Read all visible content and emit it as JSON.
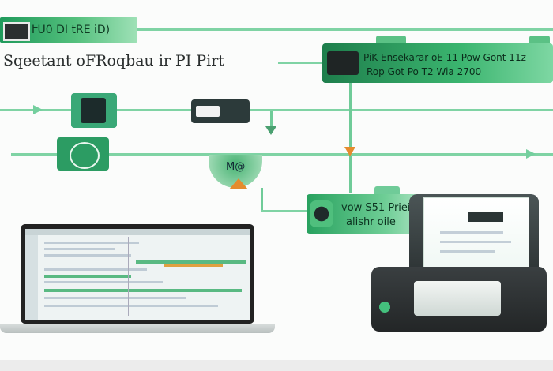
{
  "header": {
    "badge_label": "ՒU0 DI tRE iD)",
    "title": "Sqeetant oFRoqbau  ir PI Pirt"
  },
  "top_right_card": {
    "line1": "PiK Ensekarar oE 11 Pow Gont 11z",
    "line2": "Rop Got Po T2 Wia 2700"
  },
  "mid_label": {
    "text": "M@"
  },
  "right_card": {
    "line1": "vow S51 PrieiT Fx",
    "line2": "alishr  oile"
  },
  "icons": {
    "header_left": "monitor-icon",
    "top_right": "scanner-icon",
    "node_a": "gears-icon",
    "node_b": "camera-icon",
    "node_c": "network-icon",
    "node_d": "printer-small-icon",
    "flow_down": "arrow-down-icon"
  },
  "colors": {
    "accent_green": "#2fa866",
    "line_green": "#7fd3a4",
    "orange": "#e58b2d",
    "dark": "#2c3a3a"
  }
}
